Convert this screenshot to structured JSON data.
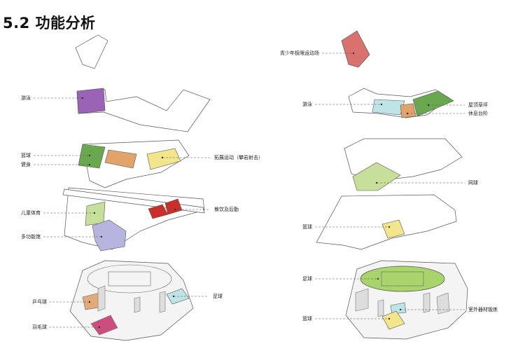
{
  "title": "5.2 功能分析",
  "left_labels": {
    "swim": "游泳",
    "basketball": "篮球",
    "fitness": "健身",
    "expansion": "拓展运动（攀岩射击）",
    "kids": "儿童体育",
    "dining": "餐饮及后勤",
    "multi": "多功能馆",
    "pingpong": "乒乓球",
    "football": "足球",
    "badminton": "羽毛球"
  },
  "right_labels": {
    "extreme": "青少年极限运动场",
    "swim": "游泳",
    "roof_lawn": "屋顶草坪",
    "rest_steps": "休息台阶",
    "tennis": "网球",
    "basketball_mid": "篮球",
    "football": "足球",
    "outdoor": "室外器材锻炼",
    "basketball_low": "篮球"
  },
  "colors": {
    "purple": "#9b63b5",
    "green": "#6aa84f",
    "orange": "#e2a36a",
    "yellow": "#f2e58c",
    "red": "#c9302c",
    "lightgreen": "#c8df9c",
    "lavender": "#b8b4e0",
    "salmon": "#d9726e",
    "cyan": "#bfe4e8",
    "field": "#a9d46b"
  }
}
